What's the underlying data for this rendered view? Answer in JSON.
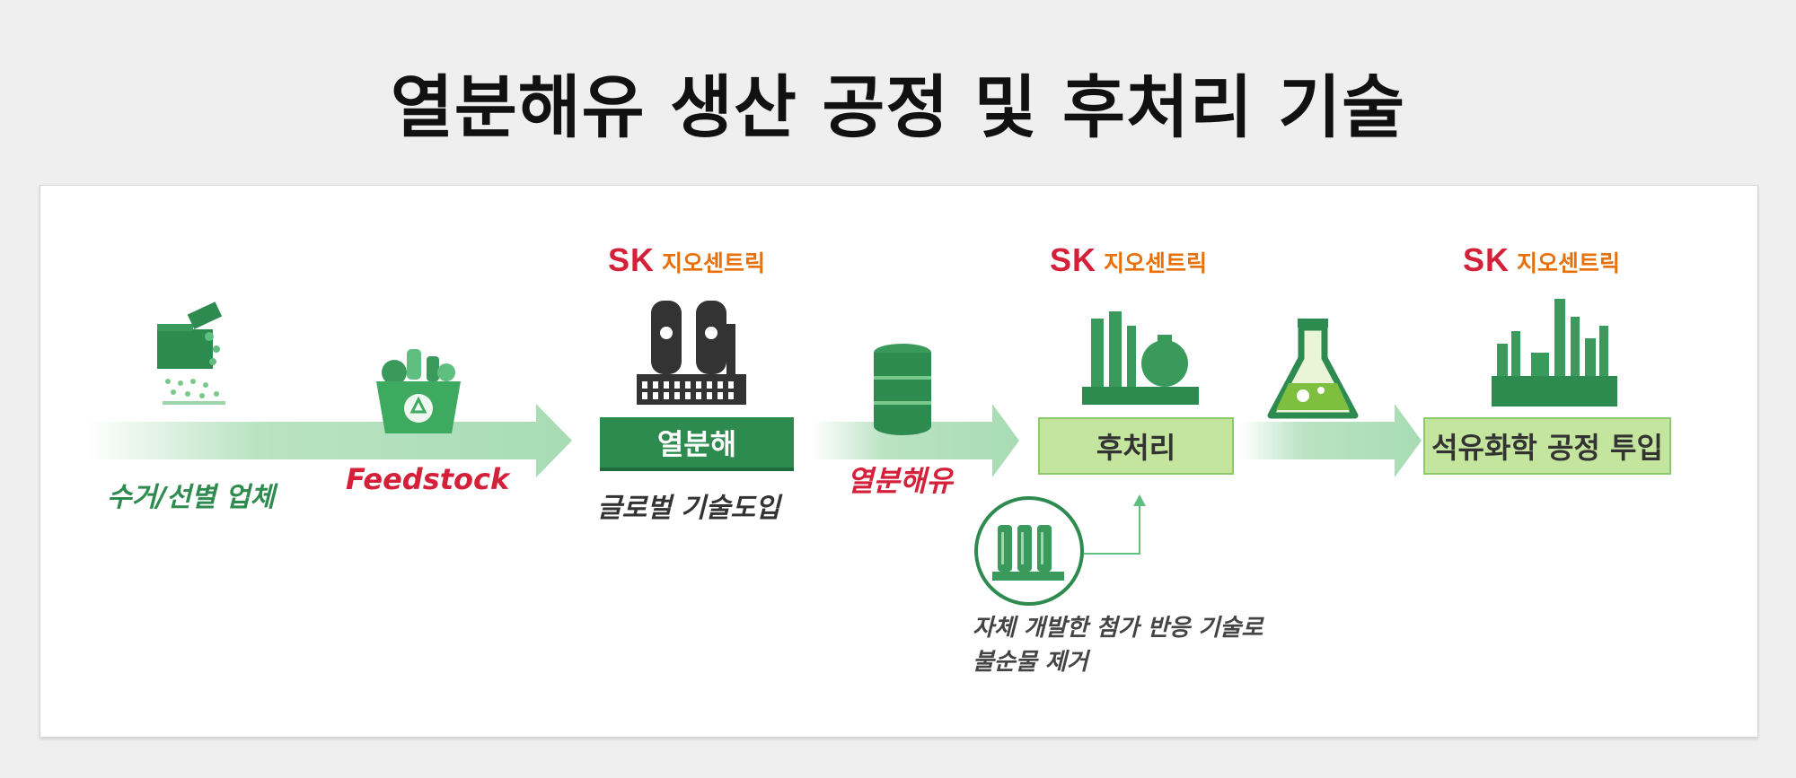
{
  "title": "열분해유 생산 공정 및 후처리 기술",
  "brand": {
    "sk": "SK",
    "name": "지오센트릭"
  },
  "steps": {
    "collector": "수거/선별 업체",
    "feedstock": "Feedstock",
    "pyrolysis": "열분해",
    "pyrolysis_sub": "글로벌 기술도입",
    "pyrolysis_oil": "열분해유",
    "post_treatment": "후처리",
    "petrochem": "석유화학 공정 투입"
  },
  "note": {
    "line1": "자체 개발한 첨가 반응 기술로",
    "line2": "불순물 제거"
  },
  "colors": {
    "green": "#2e8b4f",
    "light_green": "#c4e59e",
    "red": "#d5203a",
    "orange": "#e8700a",
    "arrow": "#a8dcb4"
  }
}
